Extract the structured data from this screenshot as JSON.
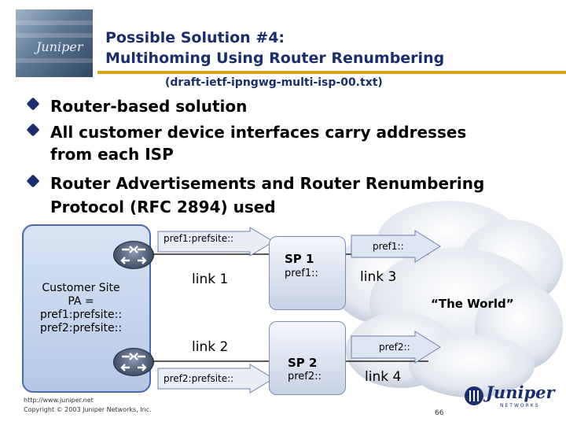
{
  "header": {
    "title_line1": "Possible Solution #4:",
    "title_line2": "Multihoming Using Router Renumbering",
    "subtitle": "(draft-ietf-ipngwg-multi-isp-00.txt)"
  },
  "bullets": [
    {
      "lines": [
        "Router-based solution"
      ]
    },
    {
      "lines": [
        "All customer device interfaces carry addresses",
        "from each ISP"
      ]
    },
    {
      "lines": [
        "Router Advertisements and Router Renumbering",
        "Protocol (RFC 2894) used"
      ]
    }
  ],
  "diagram": {
    "customer_site_lines": [
      "Customer Site",
      "PA =",
      "pref1:prefsite::",
      "pref2:prefsite::"
    ],
    "arrow_top_label": "pref1:prefsite::",
    "arrow_bottom_label": "pref2:prefsite::",
    "link1": "link 1",
    "link2": "link 2",
    "sp1_title": "SP 1",
    "sp1_prefix": "pref1::",
    "sp2_title": "SP 2",
    "sp2_prefix": "pref2::",
    "arrow_sp1_label": "pref1::",
    "arrow_sp2_label": "pref2::",
    "link3": "link 3",
    "link4": "link 4",
    "world": "“The World”"
  },
  "footer": {
    "url": "http://www.juniper.net",
    "copyright": "Copyright © 2003 Juniper Networks, Inc.",
    "page_number": "66",
    "brand": "Juniper",
    "brand_sub": "NETWORKS",
    "photo_logo_text": "Juniper"
  },
  "colors": {
    "title": "#1a2e6e",
    "rule": "#d4a11a",
    "diagram_fill": "#b4c8e6"
  }
}
